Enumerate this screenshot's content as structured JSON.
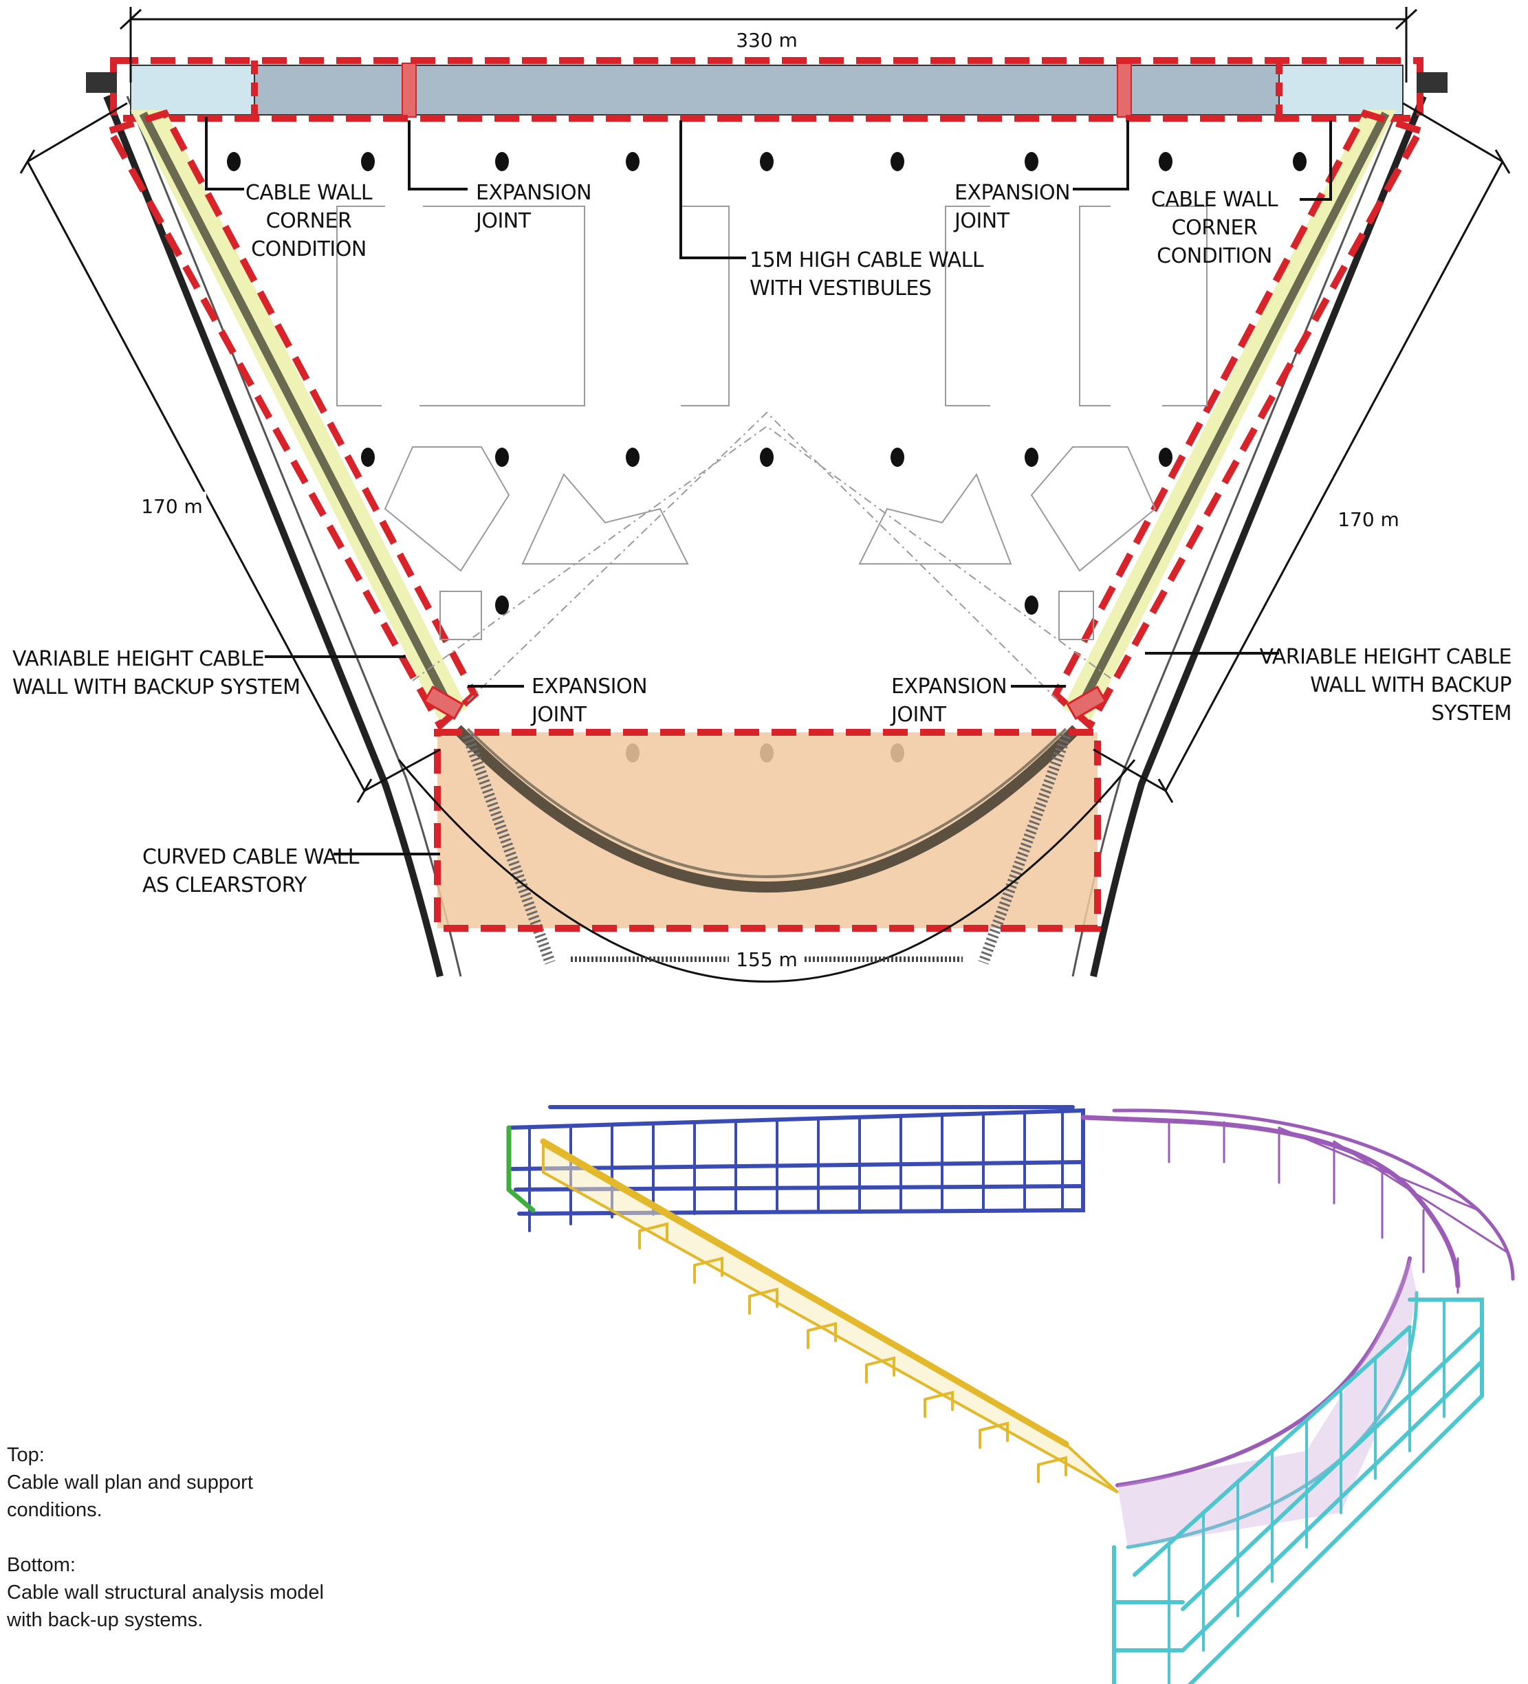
{
  "plan": {
    "dimensions": {
      "top": "330 m",
      "left": "170 m",
      "right": "170 m",
      "bottom": "155 m"
    },
    "labels": {
      "corner_left": [
        "CABLE WALL",
        "CORNER",
        "CONDITION"
      ],
      "expansion_top_left": [
        "EXPANSION",
        "JOINT"
      ],
      "cable_wall_high": [
        "15M HIGH CABLE WALL",
        "WITH VESTIBULES"
      ],
      "expansion_top_right": [
        "EXPANSION",
        "JOINT"
      ],
      "corner_right": [
        "CABLE WALL",
        "CORNER",
        "CONDITION"
      ],
      "variable_left": [
        "VARIABLE HEIGHT CABLE",
        "WALL WITH BACKUP SYSTEM"
      ],
      "expansion_mid_left": [
        "EXPANSION",
        "JOINT"
      ],
      "expansion_mid_right": [
        "EXPANSION",
        "JOINT"
      ],
      "variable_right": [
        "VARIABLE HEIGHT CABLE",
        "WALL WITH BACKUP",
        "SYSTEM"
      ],
      "curved": [
        "CURVED CABLE WALL",
        "AS CLEARSTORY"
      ]
    }
  },
  "caption": {
    "top_heading": "Top:",
    "top_lines": [
      "Cable wall plan and support",
      "conditions."
    ],
    "bottom_heading": "Bottom:",
    "bottom_lines": [
      "Cable wall structural analysis model",
      "with back-up systems."
    ]
  },
  "colors": {
    "highlight_red": "#d9232a",
    "top_wall_fill": "#a9bac8",
    "corner_fill": "#cfe6ee",
    "side_wall_fill": "#eef2b5",
    "curved_fill": "#f2c9a0",
    "model_blue": "#3a4bb3",
    "model_purple": "#9b5cb8",
    "model_yellow": "#e3b82a",
    "model_cyan": "#4dc6cf",
    "model_green": "#3fae3f"
  }
}
